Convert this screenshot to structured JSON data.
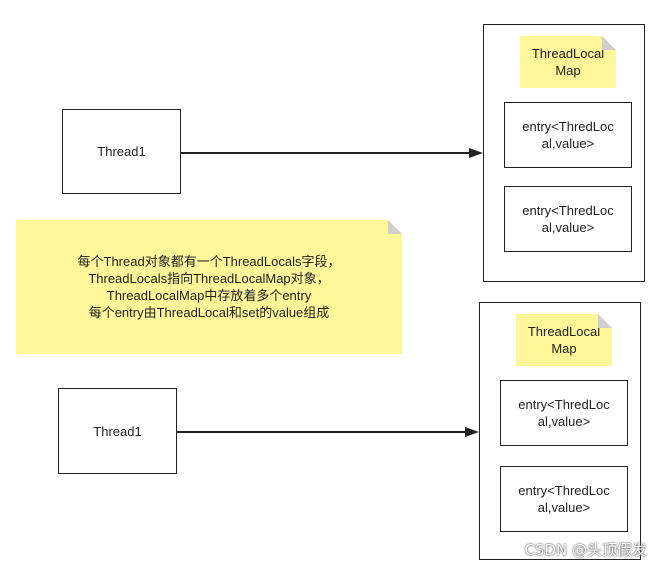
{
  "diagram": {
    "thread_label": "Thread1",
    "map_title": "ThreadLocal\nMap",
    "entry_label": "entry<ThredLoc\nal,value>",
    "note_text": "每个Thread对象都有一个ThreadLocals字段，\nThreadLocals指向ThreadLocalMap对象，\nThreadLocalMap中存放着多个entry\n每个entry由ThreadLocal和set的value组成"
  },
  "watermark": "CSDN @头顶假发"
}
